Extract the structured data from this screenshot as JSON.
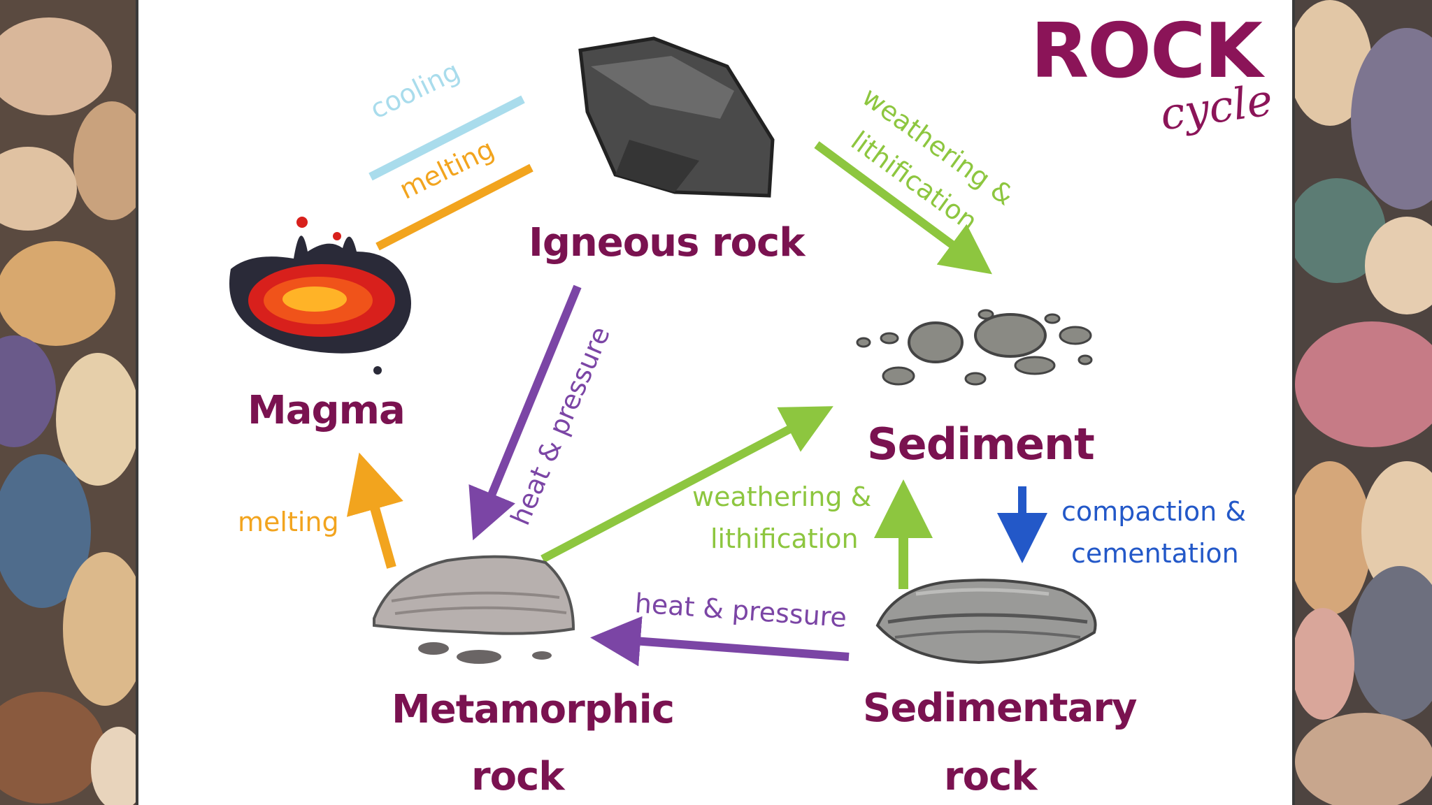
{
  "title": {
    "main": "ROCK",
    "sub": "cycle"
  },
  "nodes": {
    "igneous": "Igneous rock",
    "magma": "Magma",
    "sediment": "Sediment",
    "metamorphic_l1": "Metamorphic",
    "metamorphic_l2": "rock",
    "sedimentary_l1": "Sedimentary",
    "sedimentary_l2": "rock"
  },
  "edges": {
    "cooling": "cooling",
    "melting_top": "melting",
    "weathering_top_l1": "weathering &",
    "weathering_top_l2": "lithification",
    "heat_pressure_diag": "heat & pressure",
    "weathering_mid_l1": "weathering &",
    "weathering_mid_l2": "lithification",
    "melting_left": "melting",
    "compaction_l1": "compaction &",
    "compaction_l2": "cementation",
    "heat_pressure_bottom": "heat & pressure"
  },
  "colors": {
    "title": "#8b1458",
    "node": "#7a1250",
    "cooling": "#a9dcec",
    "melting": "#f2a41e",
    "weathering": "#8dc63f",
    "heat_pressure": "#7b45a5",
    "compaction": "#2358c8"
  }
}
